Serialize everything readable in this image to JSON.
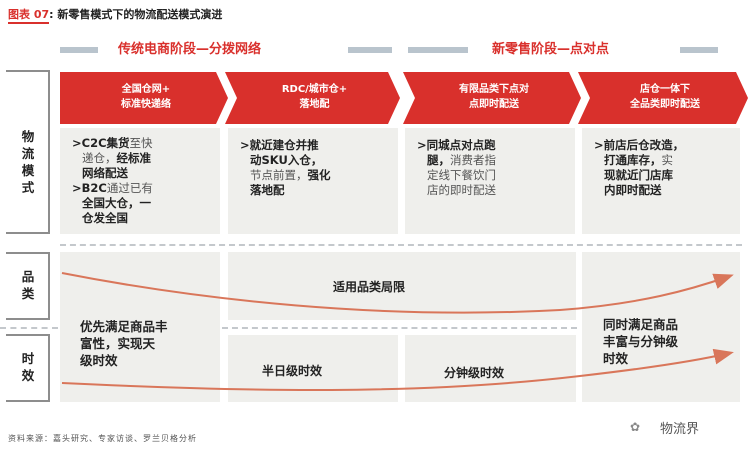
{
  "title": {
    "figure_label": "图表 07",
    "separator": ": ",
    "text": "新零售模式下的物流配送模式演进"
  },
  "phases": [
    {
      "label": "传统电商阶段—分拨网络"
    },
    {
      "label": "新零售阶段—点对点"
    }
  ],
  "colors": {
    "accent_red": "#d9302c",
    "panel_gray": "#efefec",
    "bar_gray": "#b9c4cd",
    "curve": "#d9765a"
  },
  "stages": [
    {
      "header": "全国仓网+\n标准快递络"
    },
    {
      "header": "RDC/城市仓+\n落地配"
    },
    {
      "header": "有限品类下点对\n点即时配送"
    },
    {
      "header": "店仓一体下\n全品类即时配送"
    }
  ],
  "logistics_mode": {
    "row_label": "物流模式",
    "row_label_chars": [
      "物",
      "流",
      "模",
      "式"
    ],
    "cells": [
      {
        "lines": [
          {
            "bold": ">C2C集货",
            "normal": "至快"
          },
          {
            "bold": "",
            "normal": "递仓，",
            "bold2": "经标准"
          },
          {
            "bold": "网络配送",
            "normal": ""
          },
          {
            "bold": ">B2C",
            "normal": "通过已有"
          },
          {
            "bold": "全国大仓，一",
            "normal": ""
          },
          {
            "bold": "仓发全国",
            "normal": ""
          }
        ]
      },
      {
        "lines": [
          {
            "bold": ">就近建仓并推",
            "normal": ""
          },
          {
            "bold": "动SKU入仓，",
            "normal": ""
          },
          {
            "bold": "",
            "normal": "节点前置，",
            "bold2": "强化"
          },
          {
            "bold": "落地配",
            "normal": ""
          }
        ]
      },
      {
        "lines": [
          {
            "bold": ">同城点对点跑",
            "normal": ""
          },
          {
            "bold": "腿，",
            "normal": "消费者指"
          },
          {
            "bold": "",
            "normal": "定线下餐饮门"
          },
          {
            "bold": "",
            "normal": "店的即时配送"
          }
        ]
      },
      {
        "lines": [
          {
            "bold": ">前店后仓改造，",
            "normal": ""
          },
          {
            "bold": "打通库存，",
            "normal": "实"
          },
          {
            "bold": "现就近门店库",
            "normal": ""
          },
          {
            "bold": "内即时配送",
            "normal": ""
          }
        ]
      }
    ]
  },
  "category": {
    "row_label_chars": [
      "品",
      "类"
    ],
    "middle_text": "适用品类局限"
  },
  "timeliness": {
    "row_label_chars": [
      "时",
      "效"
    ],
    "half_day": "半日级时效",
    "minute": "分钟级时效"
  },
  "traditional_summary": "优先满足商品丰富性，实现天级时效",
  "traditional_summary_lines": [
    "优先满足商品丰",
    "富性，实现天",
    "级时效"
  ],
  "new_retail_summary_lines": [
    "同时满足商品",
    "丰富与分钟级",
    "时效"
  ],
  "footer": {
    "source": "资料来源：嘉头研究、专家访谈、罗兰贝格分析",
    "watermark": "物流界"
  }
}
